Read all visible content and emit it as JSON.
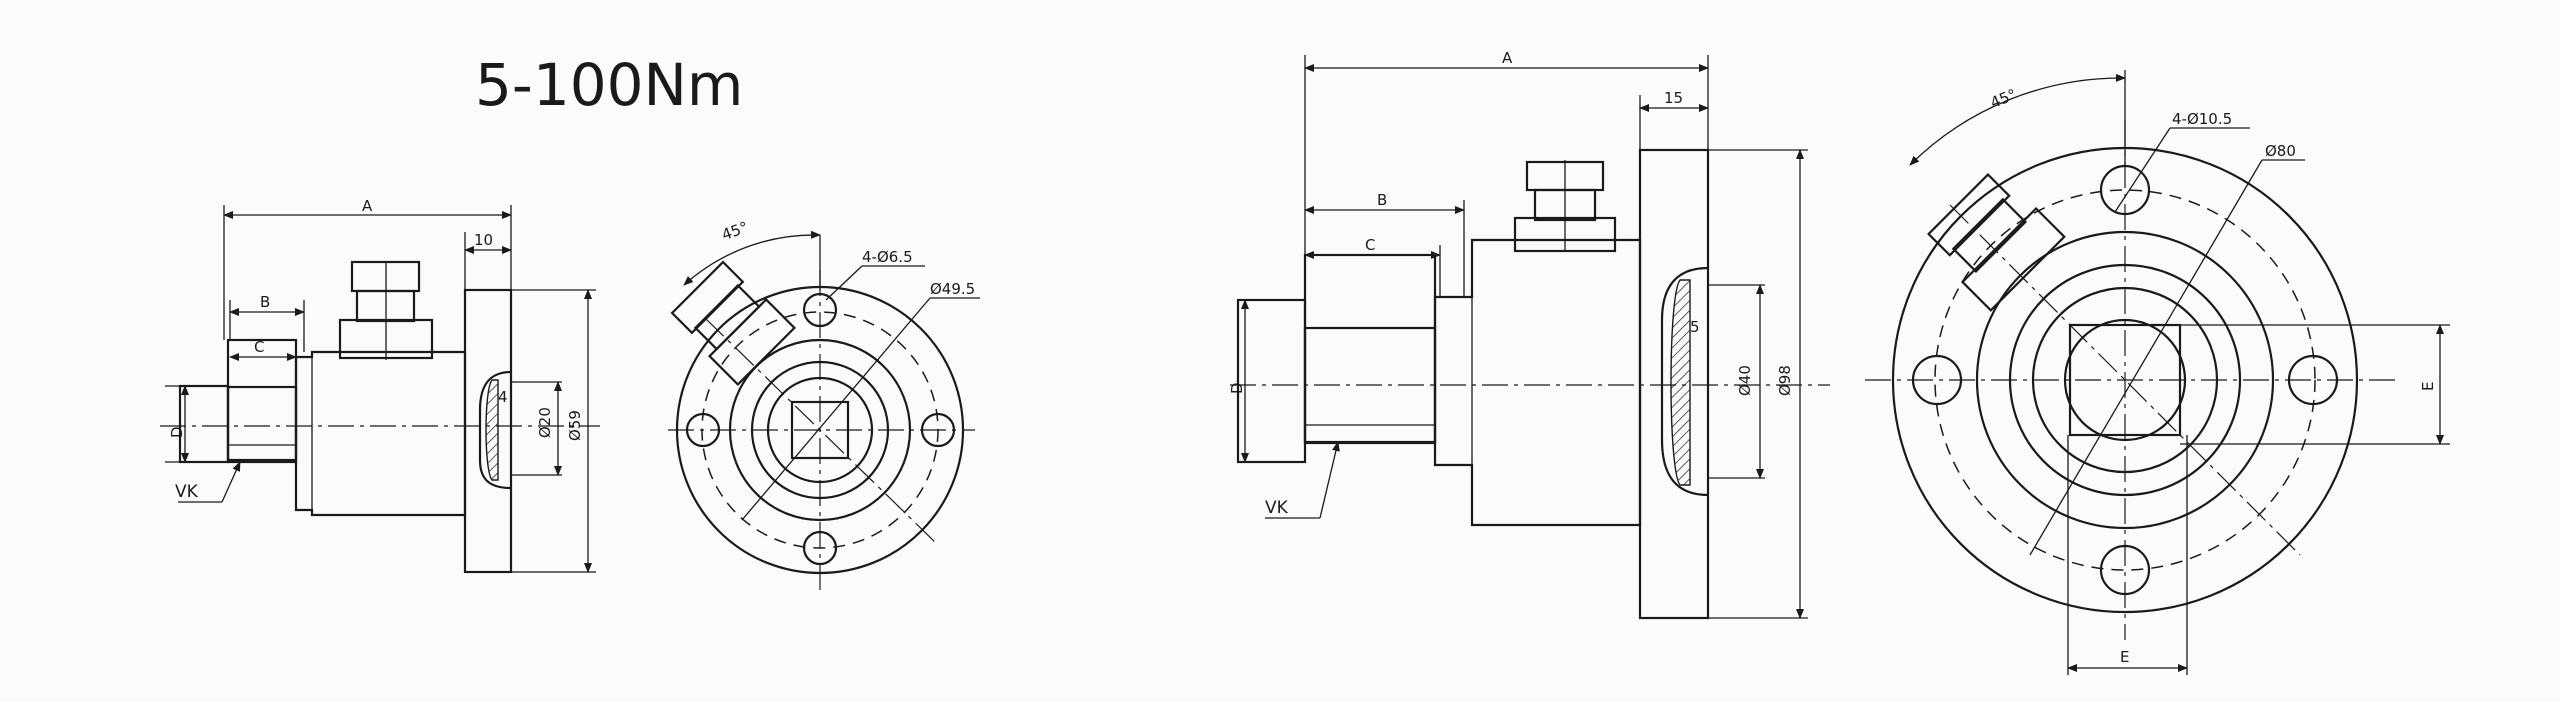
{
  "title": "5-100Nm",
  "small": {
    "A": "A",
    "B": "B",
    "C": "C",
    "D": "D",
    "VK": "VK",
    "flange_thk": "10",
    "recess_depth": "4",
    "bore": "Ø20",
    "flange_dia": "Ø59",
    "angle": "45°",
    "holes": "4-Ø6.5",
    "pcd": "Ø49.5"
  },
  "large": {
    "A": "A",
    "B": "B",
    "C": "C",
    "D": "D",
    "VK": "VK",
    "flange_thk": "15",
    "recess_depth": "5",
    "bore": "Ø40",
    "flange_dia": "Ø98",
    "angle": "45°",
    "holes": "4-Ø10.5",
    "pcd": "Ø80",
    "E_right": "E",
    "E_bottom": "E"
  }
}
